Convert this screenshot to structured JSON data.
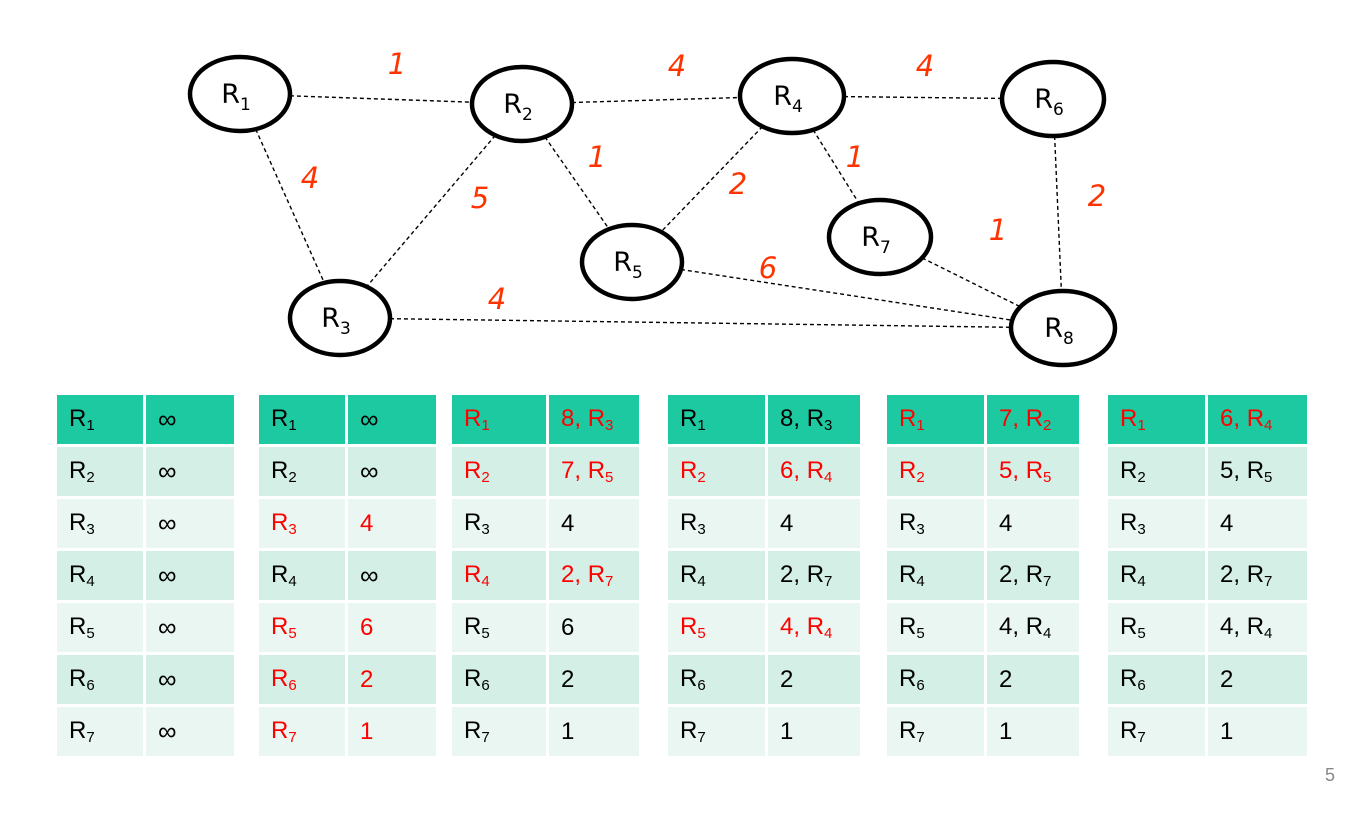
{
  "graph": {
    "nodes": [
      {
        "id": "R1",
        "base": "R",
        "sub": "1"
      },
      {
        "id": "R2",
        "base": "R",
        "sub": "2"
      },
      {
        "id": "R3",
        "base": "R",
        "sub": "3"
      },
      {
        "id": "R4",
        "base": "R",
        "sub": "4"
      },
      {
        "id": "R5",
        "base": "R",
        "sub": "5"
      },
      {
        "id": "R6",
        "base": "R",
        "sub": "6"
      },
      {
        "id": "R7",
        "base": "R",
        "sub": "7"
      },
      {
        "id": "R8",
        "base": "R",
        "sub": "8"
      }
    ],
    "edges": [
      {
        "from": "R1",
        "to": "R2",
        "weight": "1"
      },
      {
        "from": "R1",
        "to": "R3",
        "weight": "4"
      },
      {
        "from": "R2",
        "to": "R3",
        "weight": "5"
      },
      {
        "from": "R2",
        "to": "R4",
        "weight": "4"
      },
      {
        "from": "R2",
        "to": "R5",
        "weight": "1"
      },
      {
        "from": "R4",
        "to": "R5",
        "weight": "2"
      },
      {
        "from": "R4",
        "to": "R6",
        "weight": "4"
      },
      {
        "from": "R4",
        "to": "R7",
        "weight": "1"
      },
      {
        "from": "R6",
        "to": "R8",
        "weight": "2"
      },
      {
        "from": "R7",
        "to": "R8",
        "weight": "1"
      },
      {
        "from": "R5",
        "to": "R8",
        "weight": "6"
      },
      {
        "from": "R3",
        "to": "R8",
        "weight": "4"
      }
    ],
    "highlight_color": "#ff3300"
  },
  "tables": [
    {
      "rows": [
        {
          "name": "R1",
          "value": "∞",
          "red": false
        },
        {
          "name": "R2",
          "value": "∞",
          "red": false
        },
        {
          "name": "R3",
          "value": "∞",
          "red": false
        },
        {
          "name": "R4",
          "value": "∞",
          "red": false
        },
        {
          "name": "R5",
          "value": "∞",
          "red": false
        },
        {
          "name": "R6",
          "value": "∞",
          "red": false
        },
        {
          "name": "R7",
          "value": "∞",
          "red": false
        }
      ]
    },
    {
      "rows": [
        {
          "name": "R1",
          "value": "∞",
          "red": false
        },
        {
          "name": "R2",
          "value": "∞",
          "red": false
        },
        {
          "name": "R3",
          "value": "4",
          "red": true
        },
        {
          "name": "R4",
          "value": "∞",
          "red": false
        },
        {
          "name": "R5",
          "value": "6",
          "red": true
        },
        {
          "name": "R6",
          "value": "2",
          "red": true
        },
        {
          "name": "R7",
          "value": "1",
          "red": true
        }
      ]
    },
    {
      "rows": [
        {
          "name": "R1",
          "value": "8, R3",
          "red": true
        },
        {
          "name": "R2",
          "value": "7, R5",
          "red": true
        },
        {
          "name": "R3",
          "value": "4",
          "red": false
        },
        {
          "name": "R4",
          "value": "2, R7",
          "red": true
        },
        {
          "name": "R5",
          "value": "6",
          "red": false
        },
        {
          "name": "R6",
          "value": "2",
          "red": false
        },
        {
          "name": "R7",
          "value": "1",
          "red": false
        }
      ]
    },
    {
      "rows": [
        {
          "name": "R1",
          "value": "8, R3",
          "red": false
        },
        {
          "name": "R2",
          "value": "6, R4",
          "red": true
        },
        {
          "name": "R3",
          "value": "4",
          "red": false
        },
        {
          "name": "R4",
          "value": "2, R7",
          "red": false
        },
        {
          "name": "R5",
          "value": "4, R4",
          "red": true
        },
        {
          "name": "R6",
          "value": "2",
          "red": false
        },
        {
          "name": "R7",
          "value": "1",
          "red": false
        }
      ]
    },
    {
      "rows": [
        {
          "name": "R1",
          "value": "7, R2",
          "red": true
        },
        {
          "name": "R2",
          "value": "5, R5",
          "red": true
        },
        {
          "name": "R3",
          "value": "4",
          "red": false
        },
        {
          "name": "R4",
          "value": "2, R7",
          "red": false
        },
        {
          "name": "R5",
          "value": "4, R4",
          "red": false
        },
        {
          "name": "R6",
          "value": "2",
          "red": false
        },
        {
          "name": "R7",
          "value": "1",
          "red": false
        }
      ]
    },
    {
      "rows": [
        {
          "name": "R1",
          "value": "6, R4",
          "red": true
        },
        {
          "name": "R2",
          "value": "5, R5",
          "red": false
        },
        {
          "name": "R3",
          "value": "4",
          "red": false
        },
        {
          "name": "R4",
          "value": "2, R7",
          "red": false
        },
        {
          "name": "R5",
          "value": "4, R4",
          "red": false
        },
        {
          "name": "R6",
          "value": "2",
          "red": false
        },
        {
          "name": "R7",
          "value": "1",
          "red": false
        }
      ]
    }
  ],
  "page_number": "5"
}
